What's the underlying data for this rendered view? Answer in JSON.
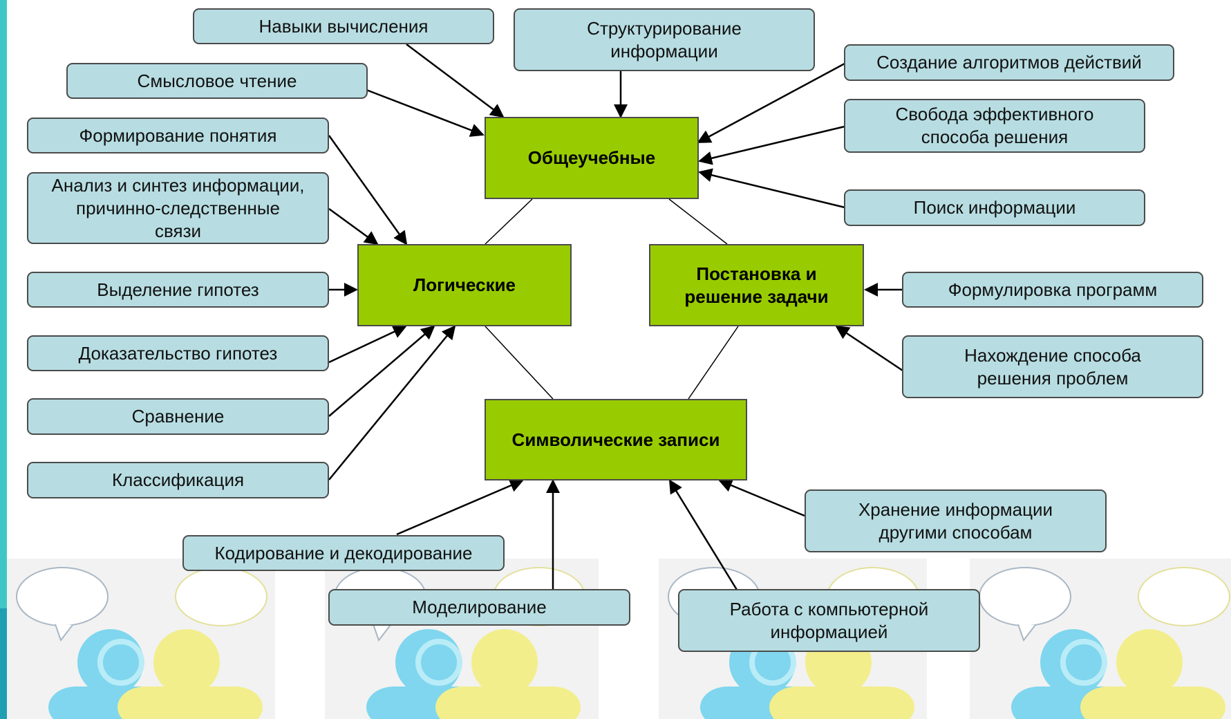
{
  "diagram": {
    "core": {
      "general": "Общеучебные",
      "logical": "Логические",
      "problem": "Постановка и\nрешение задачи",
      "symbolic": "Символические записи"
    },
    "nodes": {
      "calc": "Навыки вычисления",
      "structuring": "Структурирование\nинформации",
      "reading": "Смысловое чтение",
      "algorithms": "Создание алгоритмов действий",
      "concept": "Формирование понятия",
      "freedom": "Свобода эффективного\nспособа решения",
      "analysis": "Анализ и синтез информации,\nпричинно-следственные\nсвязи",
      "search": "Поиск информации",
      "hypothesis": "Выделение гипотез",
      "formulation": "Формулировка программ",
      "proof": "Доказательство гипотез",
      "finding": "Нахождение способа\nрешения проблем",
      "comparison": "Сравнение",
      "classification": "Классификация",
      "storage": "Хранение информации\nдругими способам",
      "coding": "Кодирование и декодирование",
      "modeling": "Моделирование",
      "computer": "Работа с компьютерной\nинформацией"
    },
    "colors": {
      "node_fill": "#b7dde2",
      "core_fill": "#99cc00",
      "person_blue": "#7fd6ee",
      "person_yellow": "#f2ee8c"
    }
  }
}
